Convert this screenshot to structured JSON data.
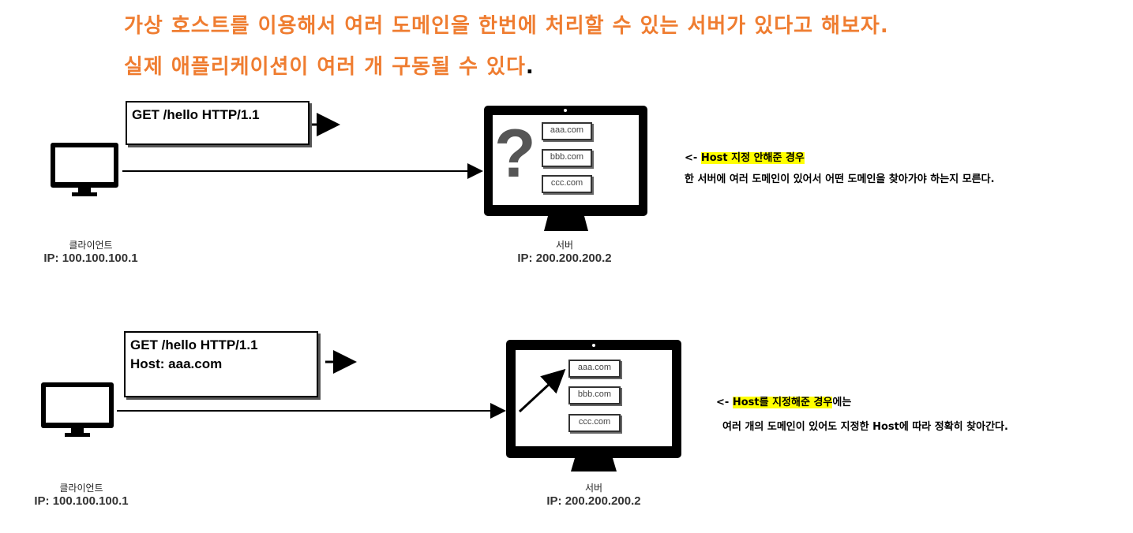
{
  "title": {
    "line1": "가상 호스트를 이용해서 여러 도메인을 한번에 처리할 수 있는 서버가 있다고 해보자.",
    "line2_main": "실제 애플리케이션이 여러 개 구동될 수 있다",
    "line2_end": "."
  },
  "top": {
    "request_line1": "GET /hello HTTP/1.1",
    "client_name": "클라이언트",
    "client_ip": "IP: 100.100.100.1",
    "server_name": "서버",
    "server_ip": "IP: 200.200.200.2",
    "question_mark": "?",
    "domains": [
      "aaa.com",
      "bbb.com",
      "ccc.com"
    ],
    "note_prefix": "<- ",
    "note_highlight": "Host 지정 안해준 경우",
    "note_line2": "한 서버에 여러 도메인이 있어서 어떤 도메인을 찾아가야 하는지 모른다."
  },
  "bottom": {
    "request_line1": "GET /hello HTTP/1.1",
    "request_line2": "Host: aaa.com",
    "client_name": "클라이언트",
    "client_ip": "IP: 100.100.100.1",
    "server_name": "서버",
    "server_ip": "IP: 200.200.200.2",
    "domains": [
      "aaa.com",
      "bbb.com",
      "ccc.com"
    ],
    "note_prefix": "<- ",
    "note_highlight_a": "Host를 지정해준 경우",
    "note_suffix": "에는",
    "note_line2": "여러 개의 도메인이 있어도 지정한 Host에 따라 정확히 찾아간다."
  },
  "colors": {
    "title": "#ef7d31",
    "highlight": "#ffff00"
  }
}
